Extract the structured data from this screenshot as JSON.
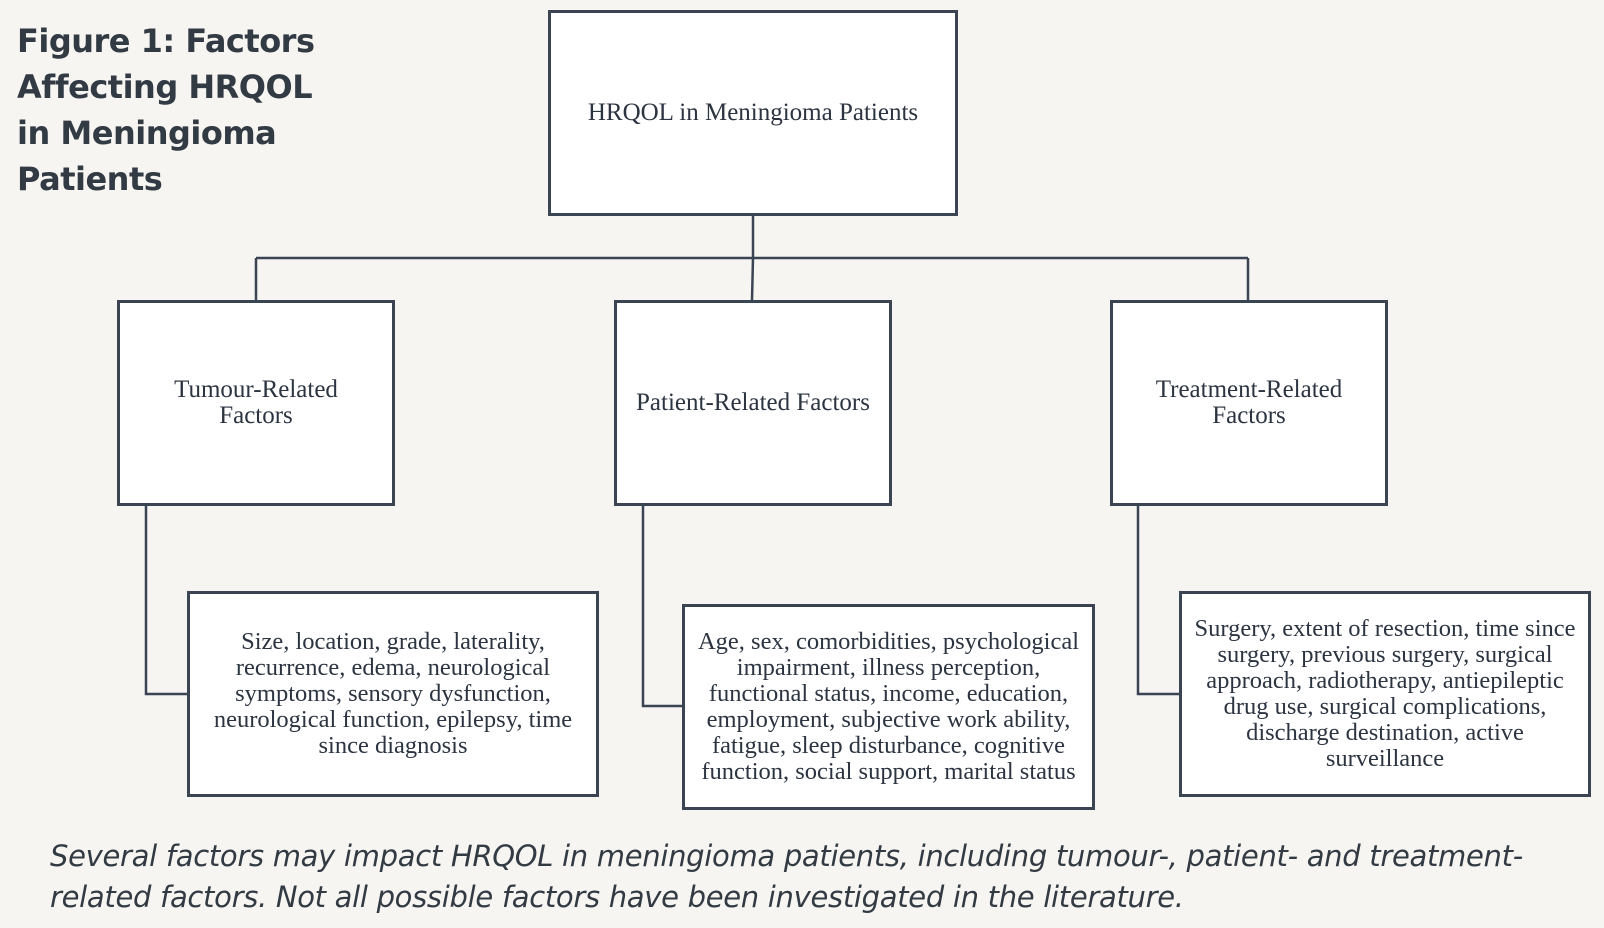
{
  "figure": {
    "title": "Figure 1: Factors Affecting HRQOL in Meningioma Patients",
    "caption": "Several factors may impact HRQOL in meningioma patients, including tumour-, patient- and treatment-related factors. Not all possible factors have been investigated in the literature."
  },
  "diagram": {
    "root": "HRQOL in Meningioma Patients",
    "categories": [
      {
        "label": "Tumour-Related Factors",
        "details": "Size, location, grade, laterality, recurrence, edema, neurological symptoms, sensory dysfunction, neurological function, epilepsy, time since diagnosis"
      },
      {
        "label": "Patient-Related Factors",
        "details": "Age, sex, comorbidities, psychological impairment, illness perception, functional status, income, education, employment, subjective work ability, fatigue, sleep disturbance, cognitive function, social support, marital status"
      },
      {
        "label": "Treatment-Related Factors",
        "details": "Surgery, extent of resection, time since surgery, previous surgery, surgical approach, radiotherapy, antiepileptic drug use, surgical complications, discharge destination, active surveillance"
      }
    ]
  },
  "colors": {
    "background": "#f6f5f1",
    "box_border": "#3a4452",
    "text": "#2b3440"
  }
}
